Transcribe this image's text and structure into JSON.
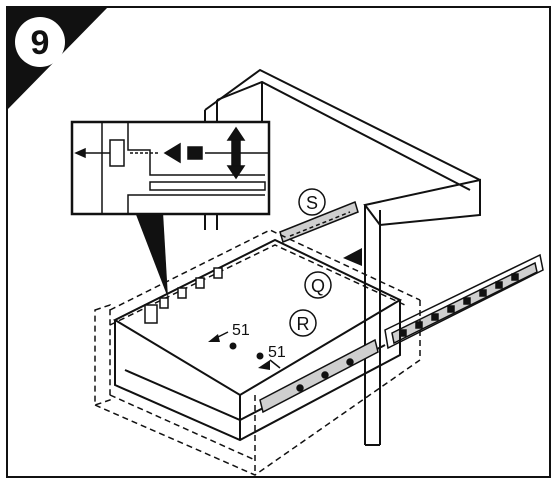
{
  "step": {
    "number": "9"
  },
  "labels": {
    "s": "S",
    "q": "Q",
    "r": "R",
    "part_a": "51",
    "part_b": "51"
  },
  "colors": {
    "ink": "#111111",
    "corner": "#111111",
    "detail_bg": "#ffffff",
    "rail_fill": "#cfcfcf"
  }
}
